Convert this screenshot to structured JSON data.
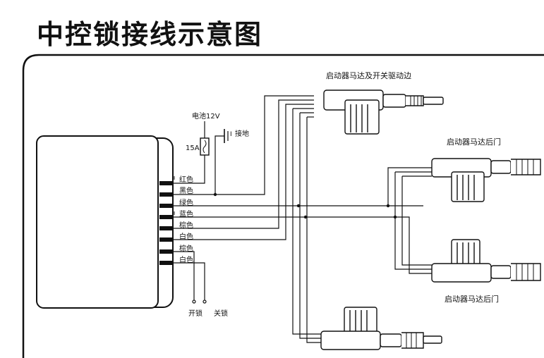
{
  "title": "中控锁接线示意图",
  "labels": {
    "battery": "电池12V",
    "fuse": "15A",
    "ground": "接地",
    "ground_mark": "I",
    "motor_front": "启动器马达及开关驱动边",
    "motor_rear_top": "启动器马达后门",
    "motor_rear_bottom": "启动器马达后门",
    "unlock": "开锁",
    "lock": "关锁"
  },
  "wires": [
    {
      "label": "红色"
    },
    {
      "label": "黑色"
    },
    {
      "label": "绿色"
    },
    {
      "label": "蓝色"
    },
    {
      "label": "棕色"
    },
    {
      "label": "白色"
    },
    {
      "label": "棕色"
    },
    {
      "label": "白色"
    }
  ]
}
